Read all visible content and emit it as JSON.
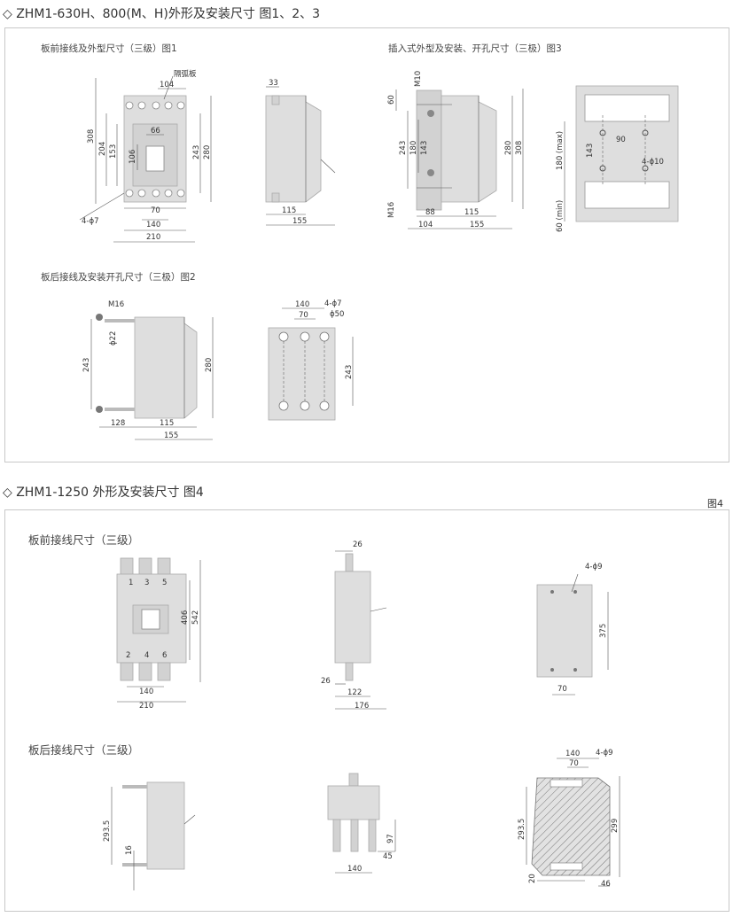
{
  "section1": {
    "title": "◇ ZHM1-630H、800(M、H)外形及安装尺寸 图1、2、3",
    "fig1_label": "板前接线及外型尺寸（三级）图1",
    "fig2_label": "板后接线及安装开孔尺寸（三极）图2",
    "fig3_label": "插入式外型及安装、开孔尺寸（三极）图3",
    "fig1_front_dims": {
      "top": "104",
      "left_outer": "308",
      "left_mid": "204",
      "left_inner": "153",
      "handle": "66",
      "handle_h": "106",
      "right_inner": "243",
      "right_outer": "280",
      "bottom_inner": "70",
      "bottom_mid": "140",
      "bottom_outer": "210",
      "holes": "4-ϕ7",
      "arc_plate": "隔弧板"
    },
    "fig1_side_dims": {
      "top": "33",
      "bottom_inner": "115",
      "bottom_outer": "155"
    },
    "fig3_side_dims": {
      "m10": "M10",
      "m16": "M16",
      "top": "60",
      "v1": "243",
      "v2": "180",
      "v3": "143",
      "right1": "280",
      "right2": "308",
      "b1": "88",
      "b2": "115",
      "b3": "104",
      "b4": "155"
    },
    "fig3_cutout_dims": {
      "w": "90",
      "h": "143",
      "holes": "4-ϕ10",
      "max": "180 (max)",
      "min": "60 (min)"
    },
    "fig2_side_dims": {
      "m16": "M16",
      "phi": "ϕ22",
      "left": "243",
      "right": "280",
      "b1": "128",
      "b2": "115",
      "b3": "155"
    },
    "fig2_back_dims": {
      "t1": "140",
      "t2": "70",
      "holes": "4-ϕ7",
      "phi": "ϕ50",
      "right": "243"
    }
  },
  "section2": {
    "title": "◇ ZHM1-1250 外形及安装尺寸 图4",
    "corner": "图4",
    "front_label": "板前接线尺寸（三级）",
    "back_label": "板后接线尺寸（三级）",
    "front_dims": {
      "terminals_top": [
        "1",
        "3",
        "5"
      ],
      "terminals_bottom": [
        "2",
        "4",
        "6"
      ],
      "h1": "406",
      "h2": "542",
      "b1": "140",
      "b2": "210"
    },
    "side_dims": {
      "top": "26",
      "bottom_left": "26",
      "b1": "122",
      "b2": "176"
    },
    "mount_dims": {
      "holes": "4-ϕ9",
      "h": "375",
      "w": "70"
    },
    "back_side_dims": {
      "h": "293.5",
      "b": "16"
    },
    "back_bottom_dims": {
      "h1": "97",
      "h2": "45",
      "b": "140"
    },
    "back_cutout_dims": {
      "t1": "140",
      "t2": "70",
      "holes": "4-ϕ9",
      "left": "293.5",
      "right": "299",
      "b1": "20",
      "b2": "46"
    }
  }
}
